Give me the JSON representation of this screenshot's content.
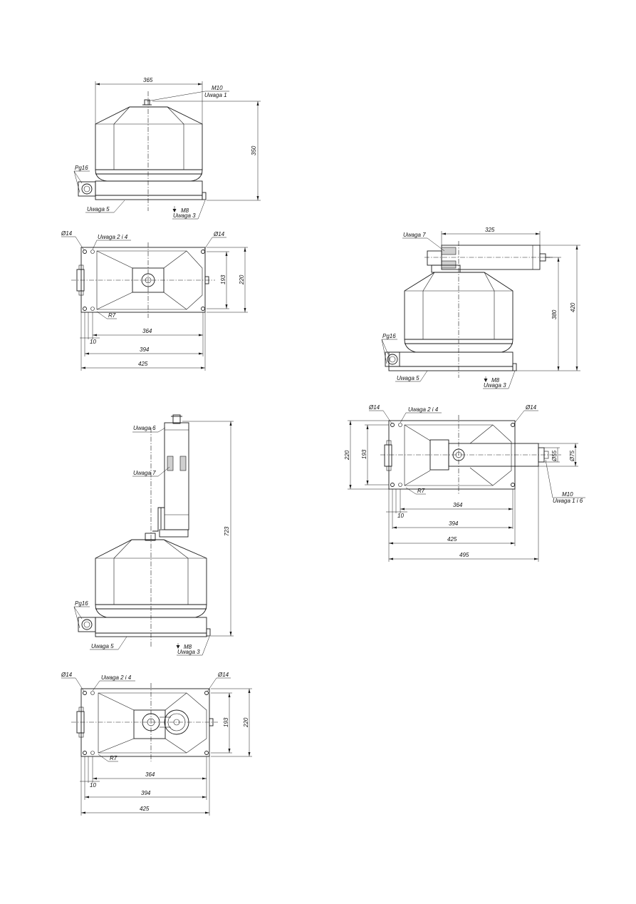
{
  "labels": {
    "d365": "365",
    "d350": "350",
    "m10_top": "M10",
    "uwaga1": "Uwaga 1",
    "pg16": "Pg16",
    "uwaga5": "Uwaga 5",
    "m8": "M8",
    "uwaga3": "Uwaga 3",
    "phi14": "Ø14",
    "uwaga24": "Uwaga 2 i 4",
    "r7": "R7",
    "d193": "193",
    "d220": "220",
    "d364": "364",
    "d10": "10",
    "d394": "394",
    "d425": "425",
    "uwaga7": "Uwaga 7",
    "d325": "325",
    "d380": "380",
    "d420": "420",
    "uwaga6": "Uwaga 6",
    "d723": "723",
    "phi55": "Ø55",
    "phi75": "Ø75",
    "m10_side": "M10",
    "uwaga16": "Uwaga 1 i 6",
    "d495": "495"
  },
  "colors": {
    "line": "#1a1a1a",
    "hatch_fill": "#cfcfcf",
    "background": "#ffffff"
  }
}
